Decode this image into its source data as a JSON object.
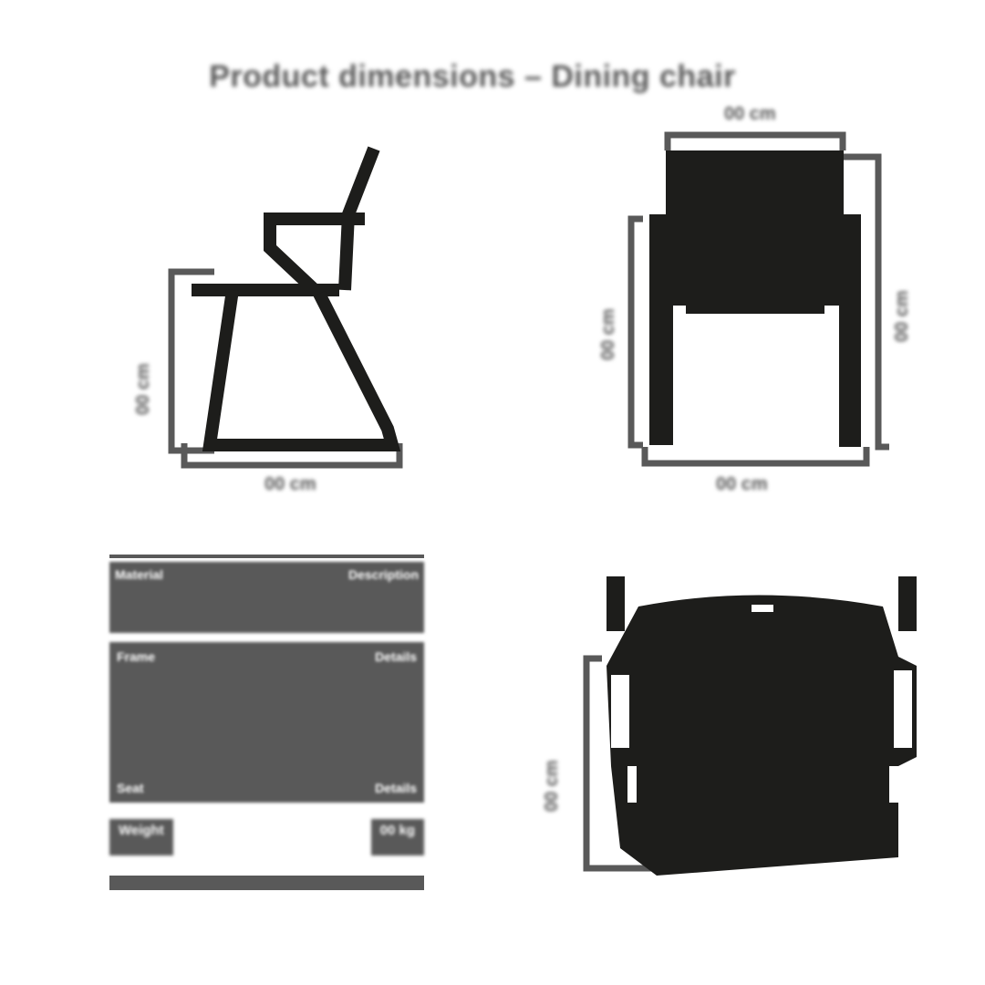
{
  "title": "Product dimensions – Dining chair",
  "colors": {
    "dimension_line": "#595959",
    "chair_fill": "#1d1d1b",
    "background": "#ffffff"
  },
  "views": {
    "side": {
      "height_label": "00 cm",
      "depth_label": "00 cm"
    },
    "front": {
      "width_top_label": "00 cm",
      "width_bottom_label": "00 cm",
      "seat_height_label": "00 cm",
      "total_height_label": "00 cm"
    },
    "top": {
      "depth_label": "00 cm"
    }
  },
  "spec_table": {
    "rows": [
      {
        "left": "Material",
        "right": "Description"
      },
      {
        "left": "Frame",
        "right": "Details"
      },
      {
        "left": "Seat",
        "right": "Details"
      },
      {
        "left": "Weight",
        "right": "00 kg"
      }
    ]
  }
}
